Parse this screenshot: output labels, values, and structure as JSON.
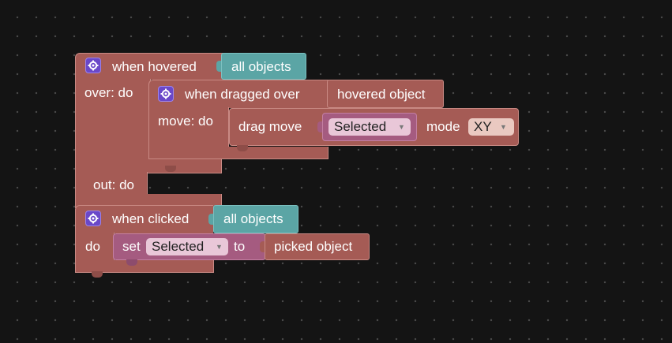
{
  "colors": {
    "workspace_bg": "#141414",
    "event_block": "#a55b55",
    "object_block": "#5ba5a5",
    "variable_block": "#a55b80",
    "gear_badge": "#6a48c9"
  },
  "hover_event": {
    "gear_icon": "gear-icon",
    "label": "when hovered",
    "target": "all objects",
    "over_label": "over: do",
    "out_label": "out: do"
  },
  "drag_event": {
    "gear_icon": "gear-icon",
    "label": "when dragged over",
    "target": "hovered object",
    "move_label": "move: do"
  },
  "drag_move": {
    "label": "drag move",
    "object_value": "Selected",
    "mode_label": "mode",
    "mode_value": "XY"
  },
  "click_event": {
    "gear_icon": "gear-icon",
    "label": "when clicked",
    "target": "all objects",
    "do_label": "do"
  },
  "set_statement": {
    "set_label": "set",
    "variable_value": "Selected",
    "to_label": "to",
    "value": "picked object"
  }
}
